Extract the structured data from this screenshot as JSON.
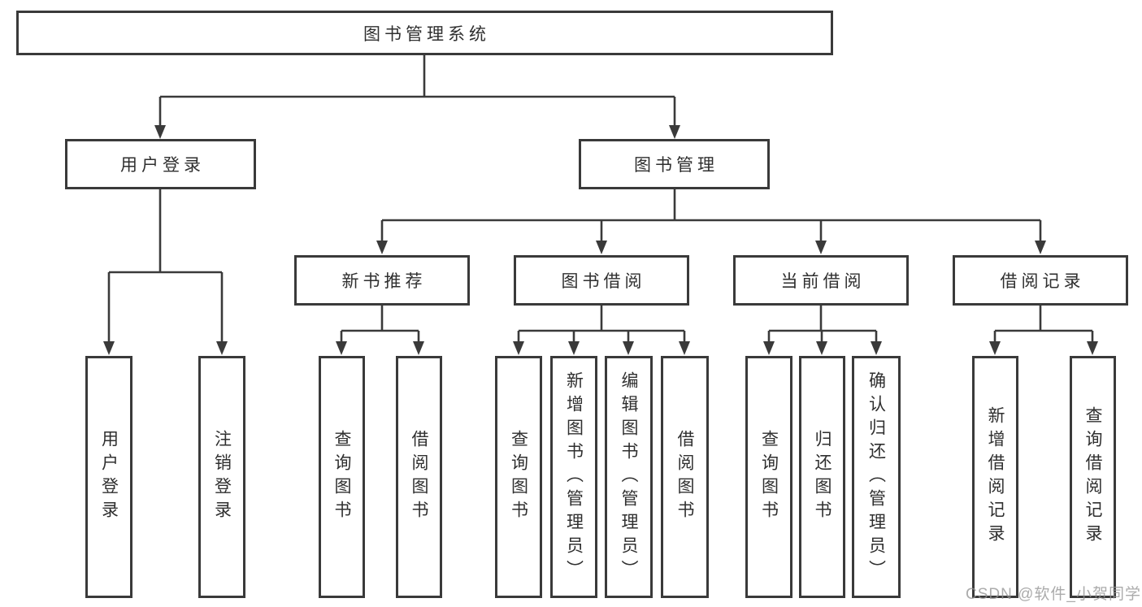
{
  "diagram": {
    "title": "图书管理系统",
    "level2": {
      "user_login": "用户登录",
      "book_mgmt": "图书管理"
    },
    "level3": {
      "new_book_rec": "新书推荐",
      "book_borrow": "图书借阅",
      "current_borrow": "当前借阅",
      "borrow_records": "借阅记录"
    },
    "leaves": {
      "user_login": "用户登录",
      "logout": "注销登录",
      "nbr_query": "查询图书",
      "nbr_borrow": "借阅图书",
      "bb_query": "查询图书",
      "bb_add": "新增图书（管理员）",
      "bb_edit": "编辑图书（管理员）",
      "bb_borrow": "借阅图书",
      "cb_query": "查询图书",
      "cb_return": "归还图书",
      "cb_confirm": "确认归还（管理员）",
      "br_add": "新增借阅记录",
      "br_query": "查询借阅记录"
    }
  },
  "watermark": "CSDN @软件_小贺同学",
  "colors": {
    "line": "#3a3a3a",
    "text": "#2f2f2f",
    "watermark": "#949494",
    "background": "#ffffff"
  }
}
